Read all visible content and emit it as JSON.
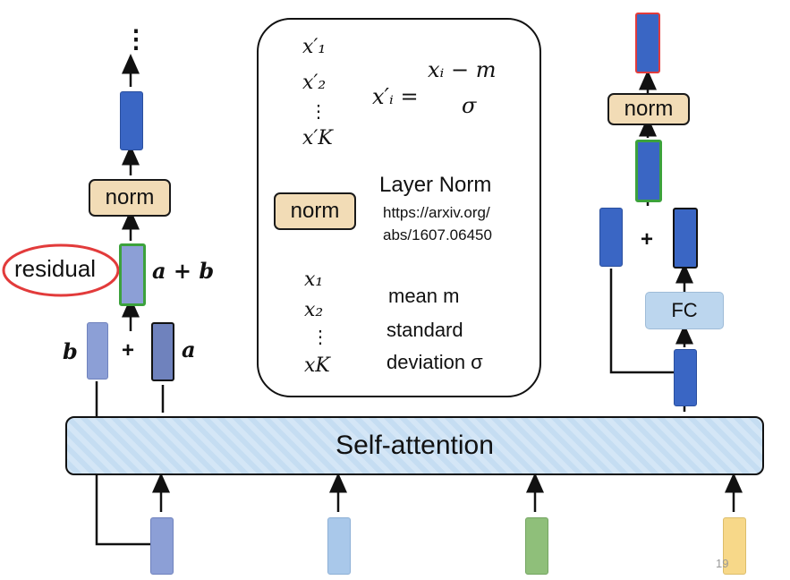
{
  "self_attention_label": "Self-attention",
  "left_stack": {
    "top_ellipsis": "⋮",
    "norm_label": "norm",
    "residual_label": "residual",
    "sum_label": "a + b",
    "b_label": "b",
    "a_label": "a",
    "plus": "+"
  },
  "panel": {
    "output_vector": [
      "x′₁",
      "x′₂",
      "⋮",
      "x′K"
    ],
    "formula_lhs": "x′ᵢ =",
    "formula_numerator": "xᵢ − m",
    "formula_denominator": "σ",
    "norm_label": "norm",
    "layer_norm_label": "Layer Norm",
    "link_line1": "https://arxiv.org/",
    "link_line2": "abs/1607.06450",
    "input_vector": [
      "x₁",
      "x₂",
      "⋮",
      "xK"
    ],
    "mean_label": "mean m",
    "std_label_line1": "standard",
    "std_label_line2": "deviation σ"
  },
  "right_stack": {
    "norm_label": "norm",
    "plus": "+",
    "fc_label": "FC"
  },
  "page_number": "19",
  "colors": {
    "dark_blue": "#3a66c4",
    "mid_blue": "#8c9fd6",
    "light_blue": "#a9c8ea",
    "green": "#8fbf7a",
    "yellow": "#f7d889",
    "annotation_red": "#e23b3b",
    "highlight_green": "#3ca23c"
  }
}
